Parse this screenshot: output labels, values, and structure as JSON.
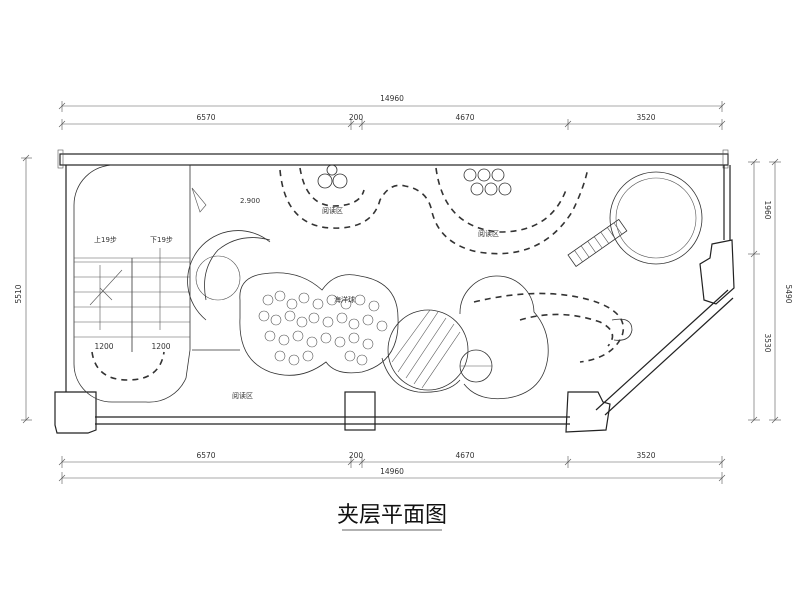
{
  "dimensions": {
    "overall_top": "14960",
    "top_segments": [
      "6570",
      "200",
      "4670",
      "3520"
    ],
    "bottom_segments": [
      "6570",
      "200",
      "4670",
      "3520"
    ],
    "overall_bottom": "14960",
    "left_height": "5510",
    "right_upper": "1960",
    "right_total": "5490",
    "right_lower": "3530",
    "stair_left": "1200",
    "stair_right": "1200"
  },
  "labels": {
    "stair_up": "上19步",
    "stair_down": "下19步",
    "elevation": "2.900",
    "reading_area_1": "阅读区",
    "reading_area_2": "阅读区",
    "reading_area_3": "阅读区",
    "ball_pool": "海洋球"
  },
  "title": "夹层平面图"
}
